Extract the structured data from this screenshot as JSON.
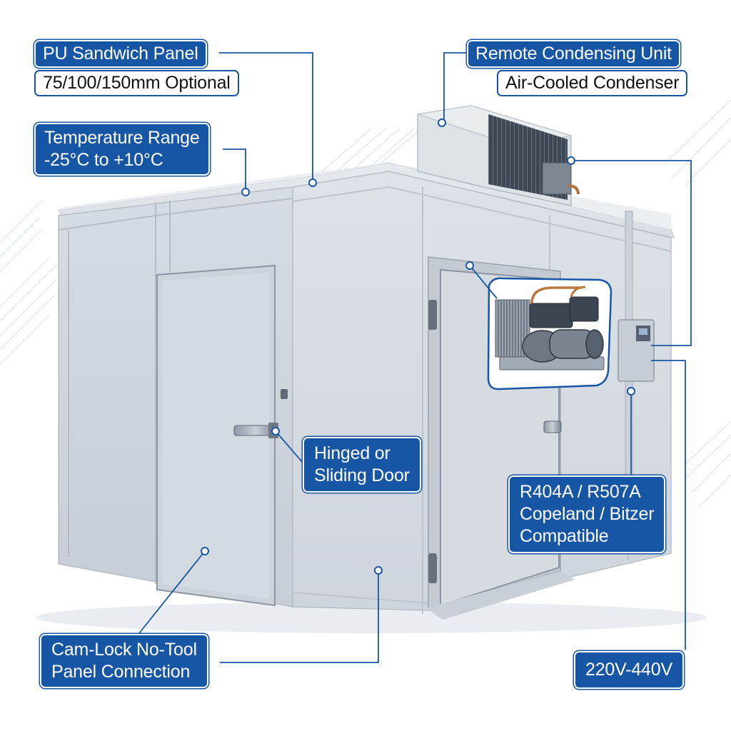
{
  "callouts": {
    "panel": {
      "title": "PU Sandwich Panel",
      "detail": "75/100/150mm Optional"
    },
    "temperature": {
      "line1": "Temperature Range",
      "line2": "-25°C to +10°C"
    },
    "condenser": {
      "title": "Remote Condensing Unit",
      "detail": "Air-Cooled Condenser"
    },
    "door": {
      "line1": "Hinged or",
      "line2": "Sliding Door"
    },
    "refrigerant": {
      "line1": "R404A / R507A",
      "line2": "Copeland / Bitzer",
      "line3": "Compatible"
    },
    "camlock": {
      "line1": "Cam-Lock No-Tool",
      "line2": "Panel Connection"
    },
    "voltage": {
      "text": "220V-440V"
    }
  },
  "colors": {
    "accent": "#1756a5",
    "panel": "#d2d8df",
    "panel_shade": "#b9c1ca",
    "background": "#ffffff"
  },
  "icons": [
    "condensing-unit-fan-grille",
    "compressor-unit-inset",
    "control-box",
    "door-handle",
    "door-hinge"
  ]
}
